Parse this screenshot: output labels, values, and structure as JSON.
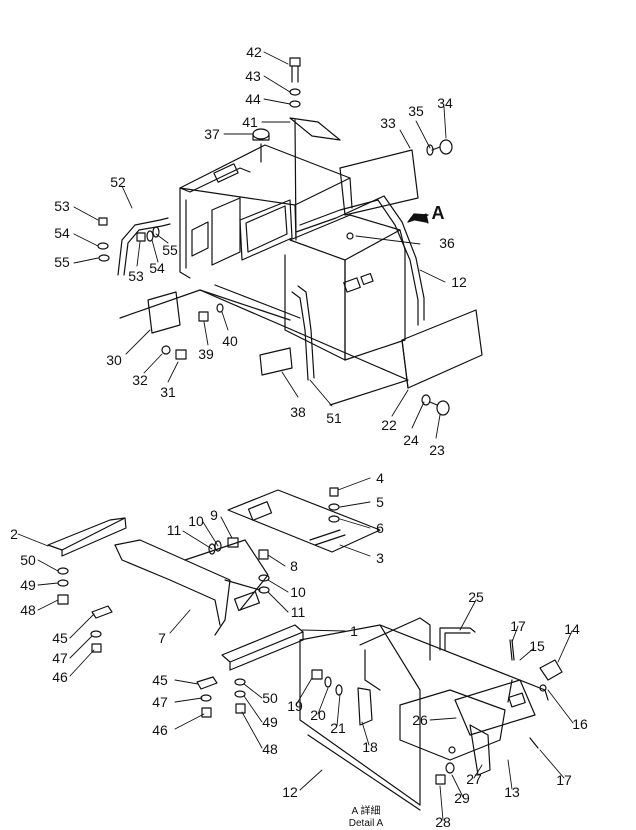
{
  "diagram": {
    "upper_assembly_labels": [
      "42",
      "43",
      "44",
      "41",
      "37",
      "35",
      "34",
      "33",
      "36",
      "12",
      "52",
      "53",
      "54",
      "55",
      "55",
      "54",
      "53",
      "30",
      "32",
      "31",
      "39",
      "40",
      "38",
      "51",
      "22",
      "24",
      "23"
    ],
    "view_marker": "A",
    "lower_assembly_labels": [
      "4",
      "5",
      "6",
      "3",
      "2",
      "50",
      "49",
      "48",
      "11",
      "10",
      "9",
      "8",
      "10",
      "11",
      "7",
      "1",
      "45",
      "47",
      "46",
      "45",
      "47",
      "46",
      "50",
      "49",
      "48"
    ],
    "detail_assembly_labels": [
      "25",
      "17",
      "15",
      "14",
      "16",
      "19",
      "20",
      "21",
      "18",
      "26",
      "12",
      "27",
      "13",
      "17",
      "29",
      "28"
    ],
    "detail_caption_jp": "A 詳細",
    "detail_caption_en": "Detail A"
  }
}
